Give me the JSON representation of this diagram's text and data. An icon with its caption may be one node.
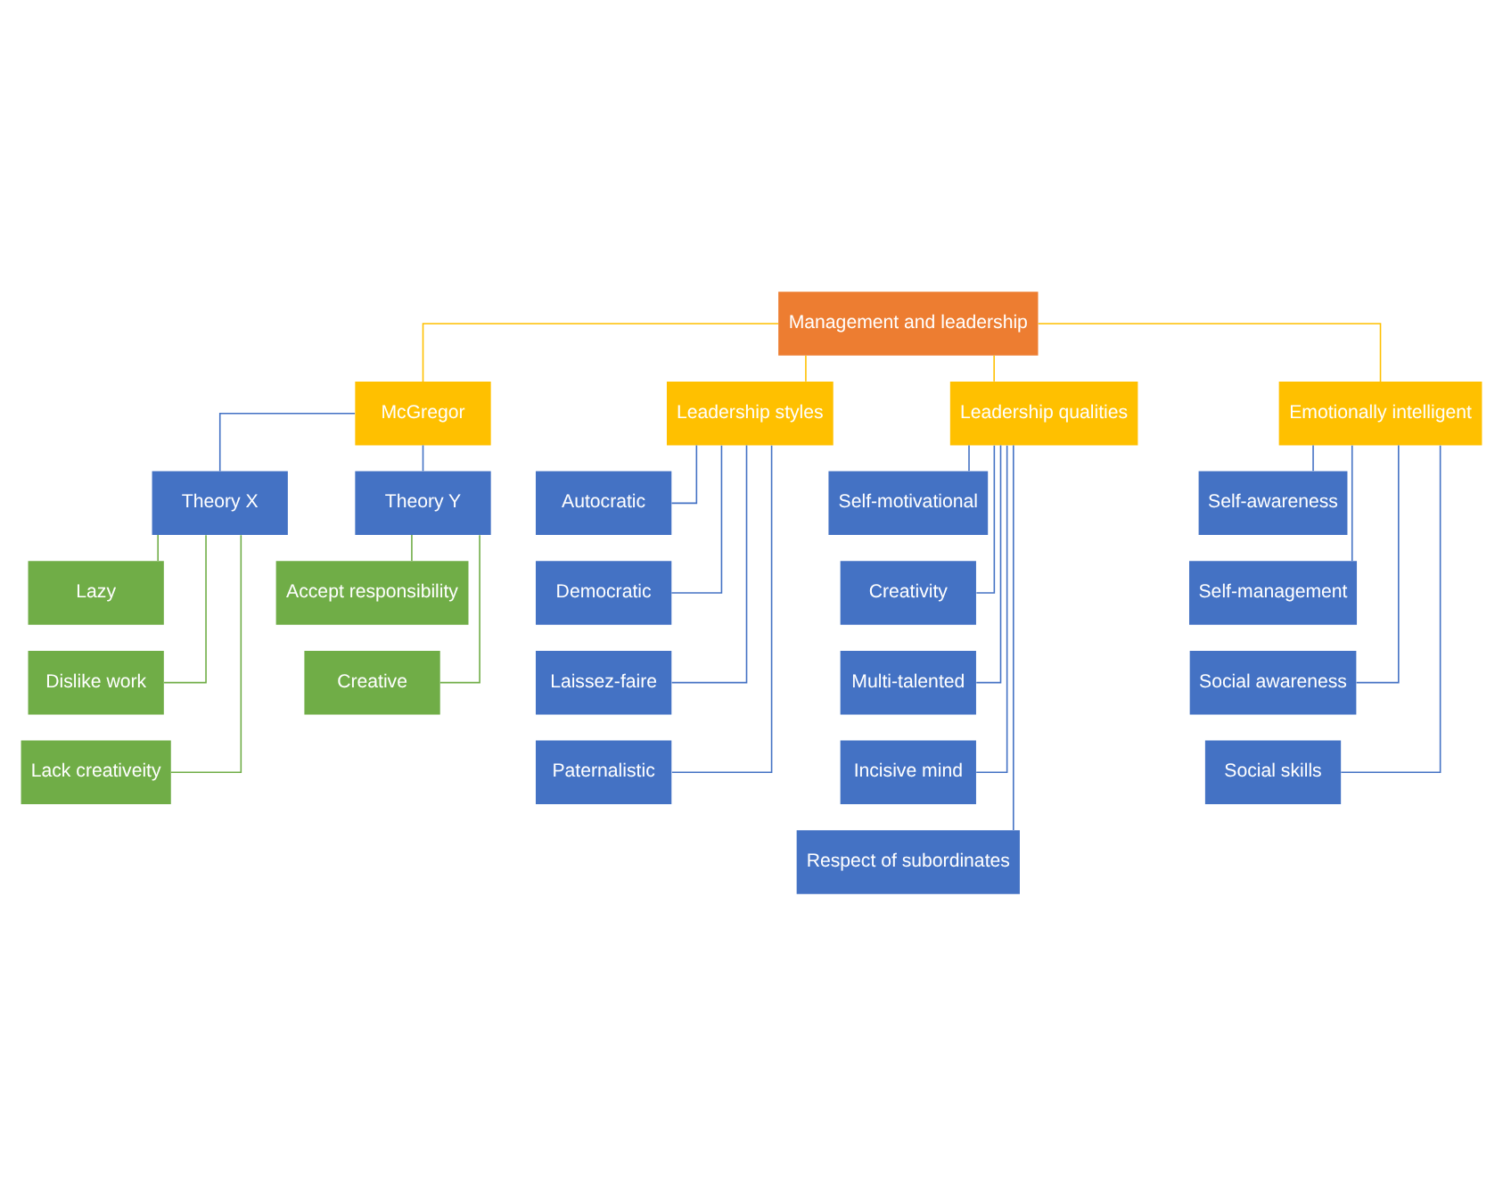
{
  "diagram": {
    "nodes": [
      {
        "text": [
          "Management and leadership"
        ]
      },
      {
        "text": [
          "McGregor"
        ]
      },
      {
        "text": [
          "Leadership styles"
        ]
      },
      {
        "text": [
          "Leadership qualities"
        ]
      },
      {
        "text": [
          "Emotionally intelligent"
        ]
      },
      {
        "text": [
          "Theory X"
        ]
      },
      {
        "text": [
          "Theory Y"
        ]
      },
      {
        "text": [
          "Lazy"
        ]
      },
      {
        "text": [
          "Dislike work"
        ]
      },
      {
        "text": [
          "Lack creativeity"
        ]
      },
      {
        "text": [
          "Accept responsibility"
        ]
      },
      {
        "text": [
          "Creative"
        ]
      },
      {
        "text": [
          "Autocratic"
        ]
      },
      {
        "text": [
          "Democratic"
        ]
      },
      {
        "text": [
          "Laissez-faire"
        ]
      },
      {
        "text": [
          "Paternalistic"
        ]
      },
      {
        "text": [
          "Self-motivational"
        ]
      },
      {
        "text": [
          "Creativity"
        ]
      },
      {
        "text": [
          "Multi-talented"
        ]
      },
      {
        "text": [
          "Incisive mind"
        ]
      },
      {
        "text": [
          "Respect of subordinates"
        ]
      },
      {
        "text": [
          "Self-awareness"
        ]
      },
      {
        "text": [
          "Self-management"
        ]
      },
      {
        "text": [
          "Social awareness"
        ]
      },
      {
        "text": [
          "Social skills"
        ]
      }
    ],
    "edges": [
      {
        "from": 0,
        "to": 1,
        "arrow": "none",
        "color": "#ffc000"
      },
      {
        "from": 0,
        "to": 2,
        "arrow": "none",
        "color": "#ffc000"
      },
      {
        "from": 0,
        "to": 3,
        "arrow": "none",
        "color": "#ffc000"
      },
      {
        "from": 0,
        "to": 4,
        "arrow": "none",
        "color": "#ffc000"
      },
      {
        "from": 1,
        "to": 5,
        "arrow": "none"
      },
      {
        "from": 1,
        "to": 6,
        "arrow": "none"
      },
      {
        "from": 5,
        "to": 7,
        "arrow": "none",
        "color": "#70ad47"
      },
      {
        "from": 5,
        "to": 8,
        "arrow": "none",
        "color": "#70ad47"
      },
      {
        "from": 5,
        "to": 9,
        "arrow": "none",
        "color": "#70ad47"
      },
      {
        "from": 6,
        "to": 10,
        "arrow": "none",
        "color": "#70ad47"
      },
      {
        "from": 6,
        "to": 11,
        "arrow": "none",
        "color": "#70ad47"
      },
      {
        "from": 2,
        "to": 12,
        "arrow": "none"
      },
      {
        "from": 2,
        "to": 13,
        "arrow": "none"
      },
      {
        "from": 2,
        "to": 14,
        "arrow": "none"
      },
      {
        "from": 2,
        "to": 15,
        "arrow": "none"
      },
      {
        "from": 3,
        "to": 16,
        "arrow": "none"
      },
      {
        "from": 3,
        "to": 17,
        "arrow": "none"
      },
      {
        "from": 3,
        "to": 18,
        "arrow": "none"
      },
      {
        "from": 3,
        "to": 19,
        "arrow": "none"
      },
      {
        "from": 3,
        "to": 20,
        "arrow": "none"
      },
      {
        "from": 4,
        "to": 21,
        "arrow": "none"
      },
      {
        "from": 4,
        "to": 22,
        "arrow": "none"
      },
      {
        "from": 4,
        "to": 23,
        "arrow": "none"
      },
      {
        "from": 4,
        "to": 24,
        "arrow": "none"
      }
    ]
  }
}
